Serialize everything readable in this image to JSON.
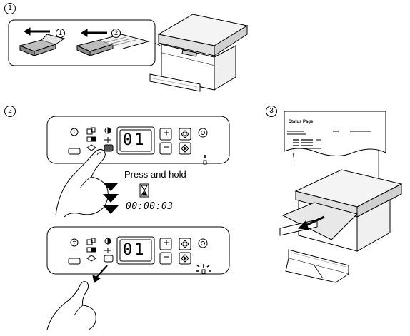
{
  "steps": [
    {
      "number": "1"
    },
    {
      "number": "2"
    },
    {
      "number": "3"
    }
  ],
  "step1": {
    "callouts": [
      "1",
      "2"
    ]
  },
  "panel": {
    "display_value": "01",
    "plus_label": "+",
    "minus_label": "−"
  },
  "step2": {
    "instruction": "Press and hold",
    "timer": "00:00:03"
  },
  "step3": {
    "sheet_title": "Status Page"
  },
  "icons": [
    "wifi-icon",
    "copy-mode-icon",
    "id-copy-icon",
    "print-icon",
    "contrast-icon",
    "wrench-icon",
    "stop-icon",
    "start-icon",
    "power-icon",
    "warning-icon",
    "hourglass-icon",
    "down-arrow-icon",
    "hand-icon"
  ]
}
